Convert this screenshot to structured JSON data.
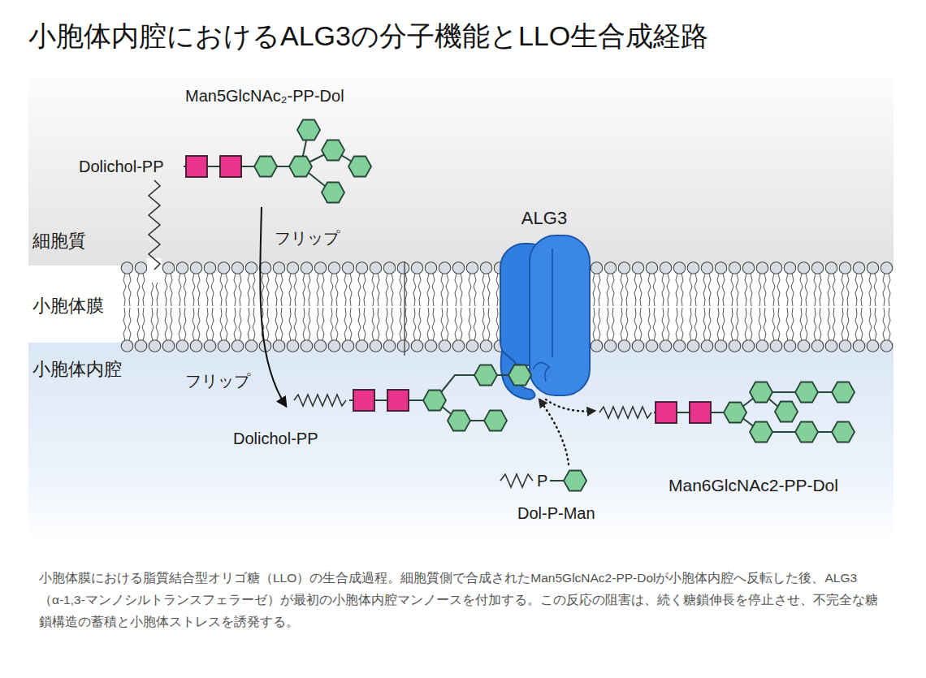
{
  "diagram": {
    "title": "小胞体内腔におけるALG3の分子機能とLLO生合成経路",
    "caption": "小胞体膜における脂質結合型オリゴ糖（LLO）の生合成過程。細胞質側で合成されたMan5GlcNAc2-PP-Dolが小胞体内腔へ反転した後、ALG3（α-1,3-マンノシルトランスフェラーゼ）が最初の小胞体内腔マンノースを付加する。この反応の阻害は、続く糖鎖伸長を停止させ、不完全な糖鎖構造の蓄積と小胞体ストレスを誘発する。",
    "nodes": [
      {
        "text": [
          "細胞質"
        ]
      },
      {
        "text": [
          "Man5GlcNAc₂-PP-Dol",
          "Dolichol-PP"
        ],
        "in": 0
      },
      {
        "text": [
          "小胞体膜"
        ]
      },
      {
        "text": [
          "ALG3"
        ]
      },
      {
        "text": [
          "小胞体内腔"
        ]
      },
      {
        "text": [
          "Dolichol-PP"
        ],
        "in": 4
      },
      {
        "text": [
          "P",
          "Dol-P-Man"
        ],
        "in": 4
      },
      {
        "text": [
          "Man6GlcNAc2-PP-Dol"
        ],
        "in": 4
      }
    ],
    "edges": [
      {
        "from": 1,
        "to": 5,
        "arrow": "to",
        "label": "フリップ"
      },
      {
        "from": 6,
        "to": 3,
        "arrow": "to"
      },
      {
        "from": 3,
        "to": 7,
        "arrow": "to"
      }
    ],
    "labels": [
      "フリップ"
    ]
  }
}
